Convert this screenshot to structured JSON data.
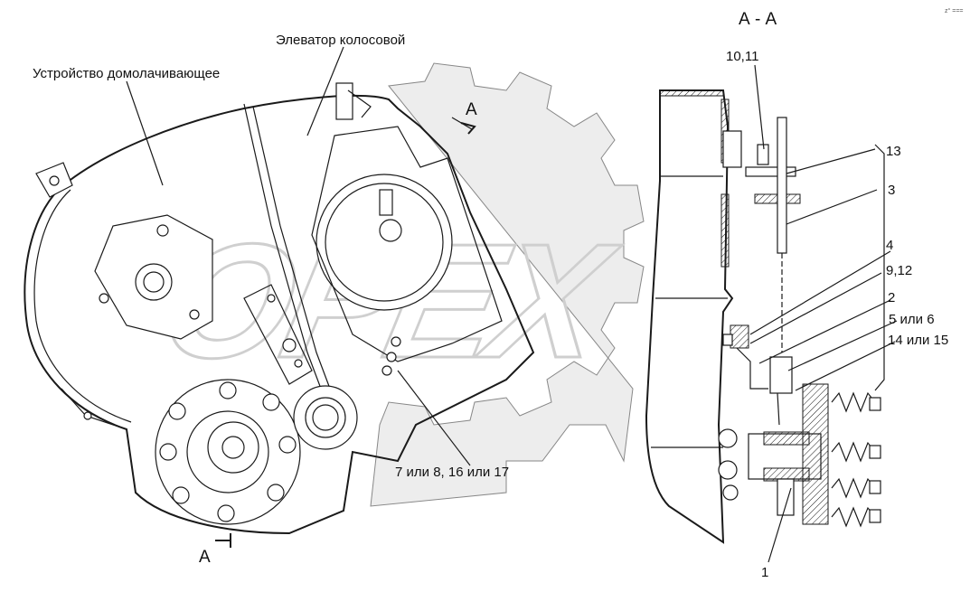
{
  "section_title": "А - А",
  "labels": {
    "thresher_device": "Устройство домолачивающее",
    "ear_elevator": "Элеватор колосовой",
    "section_mark_top": "А",
    "section_mark_bottom": "А",
    "parts_7_8_16_17": "7 или 8, 16 или 17"
  },
  "callouts": [
    "10,11",
    "13",
    "3",
    "4",
    "9,12",
    "2",
    "5 или 6",
    "14 или 15",
    "1"
  ],
  "watermark": "OPEX",
  "corner_mark": "z° ===",
  "colors": {
    "line": "#1a1a1a",
    "watermark": "#cfcfcf",
    "gear_background": "#e6e6e6"
  }
}
